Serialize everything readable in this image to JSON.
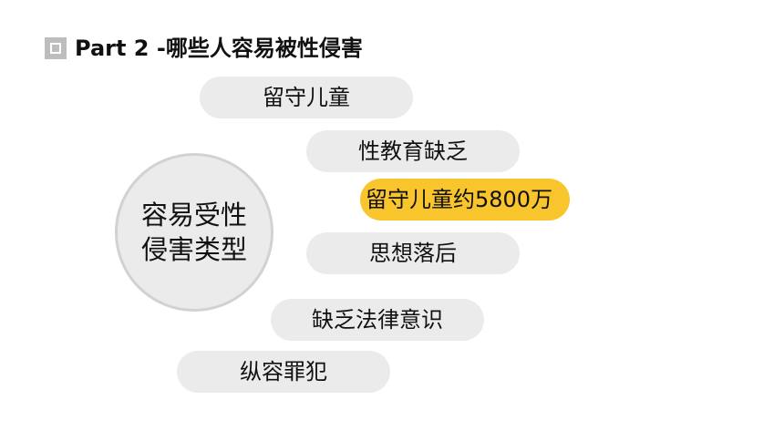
{
  "title": {
    "text": "Part 2 -哪些人容易被性侵害"
  },
  "center": {
    "line1": "容易受性",
    "line2": "侵害类型"
  },
  "items": [
    {
      "label": "留守儿童"
    },
    {
      "label": "性教育缺乏"
    },
    {
      "label": "留守儿童约5800万"
    },
    {
      "label": "思想落后"
    },
    {
      "label": "缺乏法律意识"
    },
    {
      "label": "纵容罪犯"
    }
  ],
  "colors": {
    "pill_background": "#ebebeb",
    "highlight": "#f9c52d",
    "circle_border": "#d2d2d2",
    "bullet": "#bdbdbd"
  }
}
